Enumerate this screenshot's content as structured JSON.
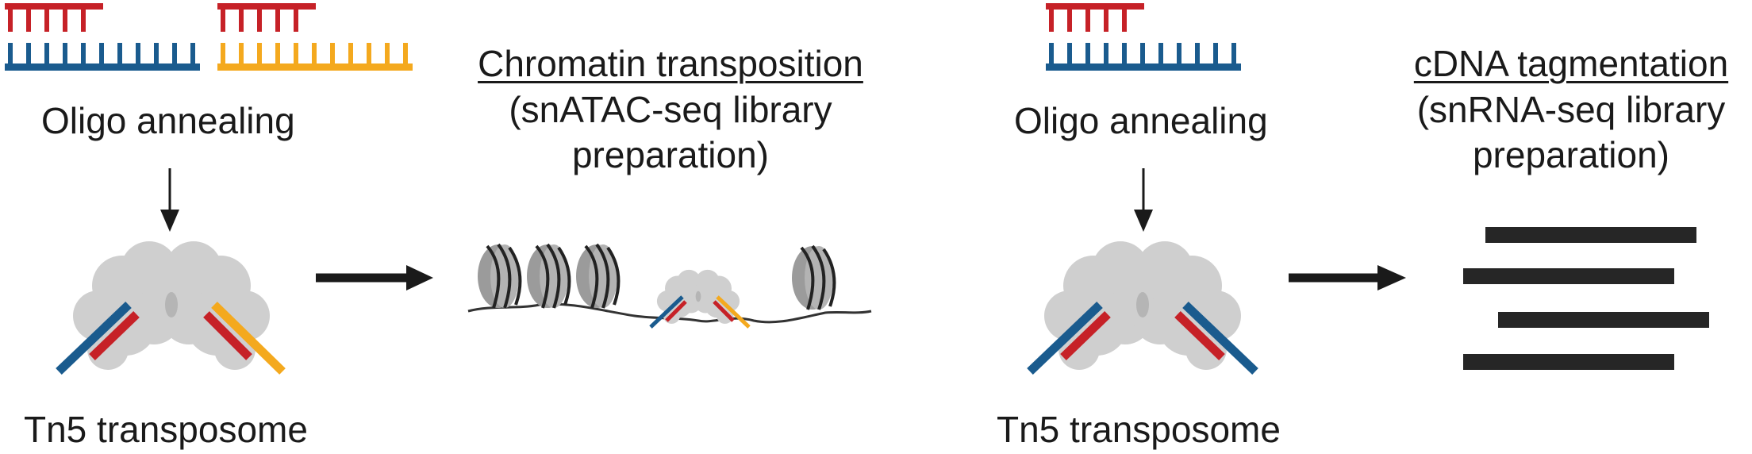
{
  "left_panel": {
    "oligo_label": "Oligo annealing",
    "tn5_label": "Tn5 transposome",
    "result_title": "Chromatin transposition",
    "result_sub1": "(snATAC-seq library",
    "result_sub2": "preparation)"
  },
  "right_panel": {
    "oligo_label": "Oligo annealing",
    "tn5_label": "Tn5 transposome",
    "result_title": "cDNA tagmentation",
    "result_sub1": "(snRNA-seq library",
    "result_sub2": "preparation)"
  },
  "colors": {
    "red": "#c62127",
    "blue": "#1a5b8e",
    "orange": "#f4a91e",
    "protein": "#cfcfcf",
    "nucleosome": "#9b9b9b",
    "arrow": "#1a1a1a",
    "fragment": "#262626"
  },
  "icons": [
    "oligo-duplex-icon",
    "down-arrow-icon",
    "tn5-transposome-icon",
    "right-arrow-icon",
    "nucleosome-icon",
    "cdna-fragment-icon"
  ]
}
